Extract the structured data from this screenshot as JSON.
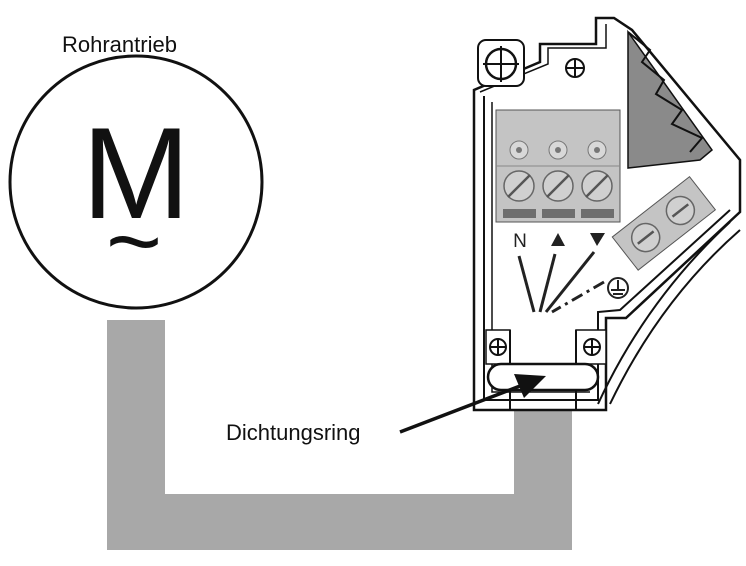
{
  "labels": {
    "motor_title": "Rohrantrieb",
    "motor_symbol": "M",
    "motor_tilde": "~",
    "seal_ring": "Dichtungsring",
    "terminal_n": "N"
  },
  "icons": {
    "up_arrow": "triangle-up-icon",
    "down_arrow": "triangle-down-icon",
    "ground": "ground-icon",
    "screw": "screw-icon",
    "mounting_hole": "mounting-hole-icon"
  },
  "colors": {
    "cable": "#a8a8a8",
    "terminal_block": "#c4c4c4",
    "terminal_dark": "#6e6e6e",
    "housing_shadow": "#8a8a8a",
    "line": "#111111"
  }
}
